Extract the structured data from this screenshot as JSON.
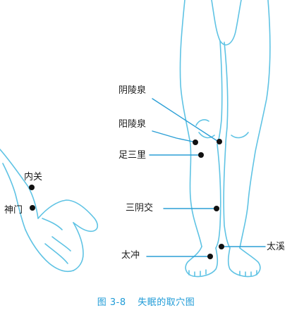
{
  "labels": {
    "neiguan": "内关",
    "shenmen": "神门",
    "yinlingquan": "阴陵泉",
    "yanglingquan": "阳陵泉",
    "zusanli": "足三里",
    "sanyinjiao": "三阴交",
    "taichong": "太冲",
    "taixi": "太溪"
  },
  "caption": {
    "number": "图 3-8",
    "title": "失眠的取穴图"
  },
  "colors": {
    "outline": "#5fc3e4",
    "point": "#111111",
    "leader": "#2b9fd6",
    "caption": "#1f9bd7"
  }
}
